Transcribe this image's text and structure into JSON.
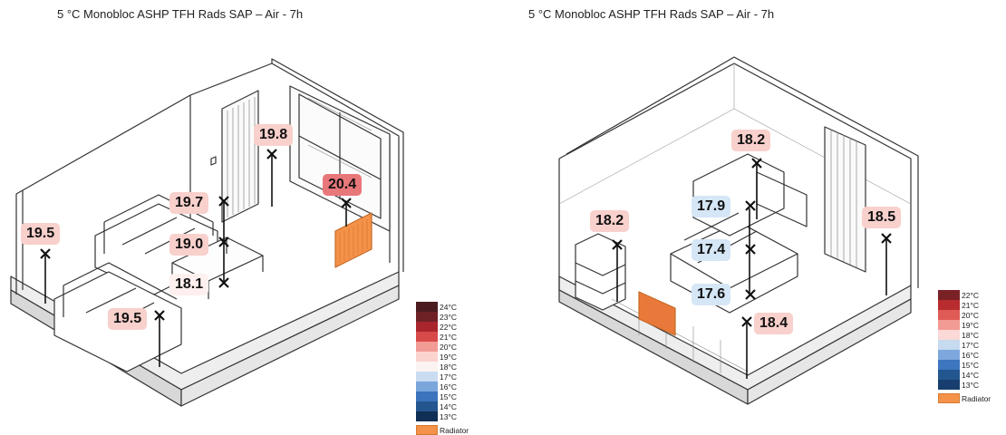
{
  "colors": {
    "radiator": "#f4924a",
    "label_warm_light": "#f8d0cc",
    "label_warm_mid": "#f1a6a0",
    "label_warm_strong": "#e8777a",
    "label_neutral": "#fdf0ee",
    "label_cool": "#d5e6f6"
  },
  "left": {
    "title": "5 °C Monobloc ASHP TFH Rads SAP – Air - 7h",
    "readings": [
      "19.8",
      "20.4",
      "19.7",
      "19.0",
      "18.1",
      "19.5",
      "19.5"
    ],
    "legend": {
      "items": [
        {
          "label": "24°C",
          "color": "#4a1c1f"
        },
        {
          "label": "23°C",
          "color": "#6e2226"
        },
        {
          "label": "22°C",
          "color": "#a8262c"
        },
        {
          "label": "21°C",
          "color": "#d8494a"
        },
        {
          "label": "20°C",
          "color": "#f29a94"
        },
        {
          "label": "19°C",
          "color": "#fbd3cf"
        },
        {
          "label": "18°C",
          "color": "#fbf3f2"
        },
        {
          "label": "17°C",
          "color": "#c9dcf1"
        },
        {
          "label": "16°C",
          "color": "#7aa6dc"
        },
        {
          "label": "15°C",
          "color": "#3b74bd"
        },
        {
          "label": "14°C",
          "color": "#23568f"
        },
        {
          "label": "13°C",
          "color": "#102f55"
        }
      ],
      "radiator_label": "Radiator"
    }
  },
  "right": {
    "title": "5 °C Monobloc ASHP TFH Rads SAP – Air - 7h",
    "readings": [
      "18.2",
      "17.9",
      "18.2",
      "18.5",
      "17.4",
      "17.6",
      "18.4"
    ],
    "legend": {
      "items": [
        {
          "label": "22°C",
          "color": "#7a2126"
        },
        {
          "label": "21°C",
          "color": "#b82c2f"
        },
        {
          "label": "20°C",
          "color": "#e15b56"
        },
        {
          "label": "19°C",
          "color": "#f29a94"
        },
        {
          "label": "18°C",
          "color": "#fbd9d6"
        },
        {
          "label": "17°C",
          "color": "#c6daf0"
        },
        {
          "label": "16°C",
          "color": "#7ea8dd"
        },
        {
          "label": "15°C",
          "color": "#3d76bf"
        },
        {
          "label": "14°C",
          "color": "#23568f"
        },
        {
          "label": "13°C",
          "color": "#173e6e"
        }
      ],
      "radiator_label": "Radiator"
    }
  }
}
